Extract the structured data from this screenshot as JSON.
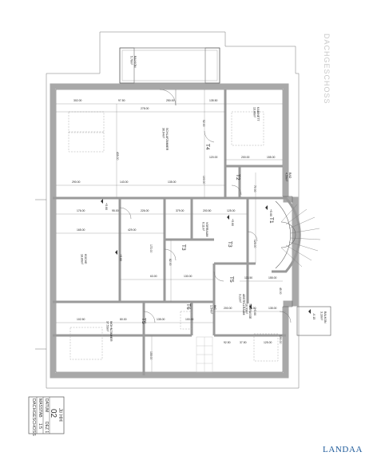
{
  "plan": {
    "title": "DACHGESCHOSS",
    "brand": "LANDAA",
    "rooms": [
      {
        "key": "balkon_top",
        "lines": [
          "BALKON",
          "5,76m²"
        ]
      },
      {
        "key": "schlafzimmer",
        "lines": [
          "SCHLAFZIMMER",
          "36,64m²"
        ]
      },
      {
        "key": "kabinett",
        "lines": [
          "KABINETT",
          "13,86m²"
        ]
      },
      {
        "key": "bad",
        "lines": [
          "BAD",
          "4,59m²"
        ]
      },
      {
        "key": "vorraum",
        "lines": [
          "VORRAUM",
          "6,11m²"
        ]
      },
      {
        "key": "kueche",
        "lines": [
          "KÜCHE",
          "18,89m²"
        ]
      },
      {
        "key": "wc",
        "lines": [
          "WC",
          "1,54m²"
        ]
      },
      {
        "key": "abstellraum",
        "lines": [
          "ABSTELLRAUM",
          "3,22m²"
        ]
      },
      {
        "key": "wohnzimmer",
        "lines": [
          "WOHNZIMMER",
          "37,53m²"
        ]
      },
      {
        "key": "terrasse",
        "lines": [
          "TERRASSE",
          "10,93m²"
        ]
      },
      {
        "key": "balkon_right",
        "lines": [
          "BALKON",
          "3,10m²"
        ]
      }
    ],
    "door_tags": [
      "T1",
      "T2",
      "T3",
      "T3",
      "T4",
      "T5",
      "T5",
      "T6"
    ],
    "levels": [
      "+5.60",
      "+5.60",
      "+5.60",
      "+5.60",
      "+5.60",
      "-0.15"
    ],
    "dimensions": [
      "302.00",
      "97.50",
      "250.00",
      "135.50",
      "278.00",
      "435.00",
      "290.00",
      "143.00",
      "135.00",
      "120.00",
      "200.00",
      "155.00",
      "176.00",
      "95.00",
      "226.00",
      "379.00",
      "200.50",
      "125.00",
      "165.00",
      "429.00",
      "172.00",
      "63.00",
      "130.00",
      "102.50",
      "80.00",
      "135.00",
      "100.00",
      "200.00",
      "76.00",
      "135.00",
      "113.50",
      "155.00",
      "70.00",
      "125.00",
      "82.00",
      "155.00",
      "52.00",
      "100.00",
      "45.00",
      "92.50",
      "37.50",
      "125.00",
      "190.00"
    ],
    "title_block": {
      "name": "DACHGESCHOSS",
      "scale_label": "MASSTAB",
      "scale_value": "1:5",
      "date_label": "DATUM",
      "date_value": "DEZ 1",
      "sheet_number": "02",
      "signature": "JI/ HH"
    }
  }
}
